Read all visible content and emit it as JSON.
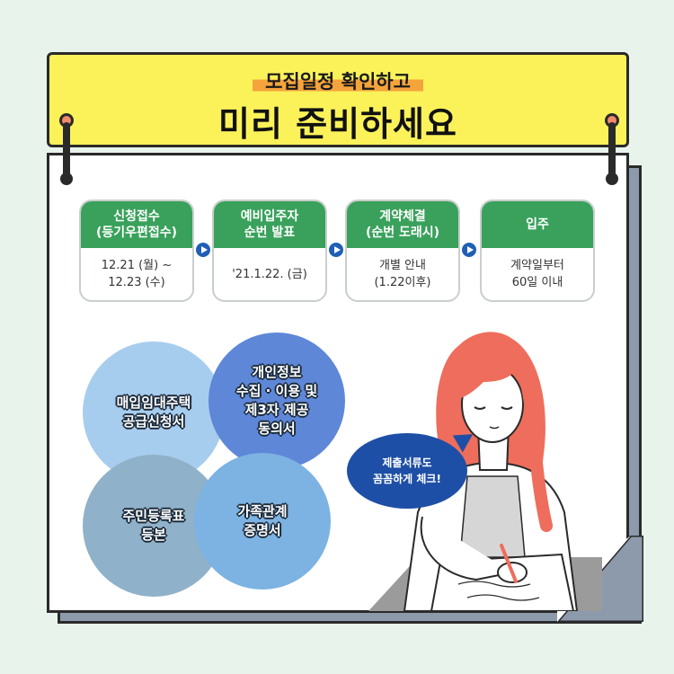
{
  "header": {
    "subtitle": "모집일정 확인하고",
    "title": "미리 준비하세요"
  },
  "steps": [
    {
      "title_line1": "신청접수",
      "title_line2": "(등기우편접수)",
      "body_line1": "12.21 (월) ~",
      "body_line2": "12.23 (수)"
    },
    {
      "title_line1": "예비입주자",
      "title_line2": "순번 발표",
      "body_line1": "'21.1.22. (금)",
      "body_line2": ""
    },
    {
      "title_line1": "계약체결",
      "title_line2": "(순번 도래시)",
      "body_line1": "개별 안내",
      "body_line2": "(1.22이후)"
    },
    {
      "title_line1": "입주",
      "title_line2": "",
      "body_line1": "계약일부터",
      "body_line2": "60일 이내"
    }
  ],
  "documents": [
    {
      "line1": "매입임대주택",
      "line2": "공급신청서",
      "line3": "",
      "line4": ""
    },
    {
      "line1": "개인정보",
      "line2": "수집 · 이용 및",
      "line3": "제3자 제공",
      "line4": "동의서"
    },
    {
      "line1": "주민등록표",
      "line2": "등본",
      "line3": "",
      "line4": ""
    },
    {
      "line1": "가족관계",
      "line2": "증명서",
      "line3": "",
      "line4": ""
    }
  ],
  "speech_bubble": {
    "line1": "제출서류도",
    "line2": "꼼꼼하게 체크!"
  },
  "colors": {
    "background": "#e8f3ec",
    "header_yellow": "#fbf25a",
    "highlight_orange": "#f5a43c",
    "step_green": "#39a15b",
    "arrow_blue": "#1f5fb5",
    "bubble_blue": "#1e4fa6",
    "paper_shadow": "#8d9aac"
  }
}
